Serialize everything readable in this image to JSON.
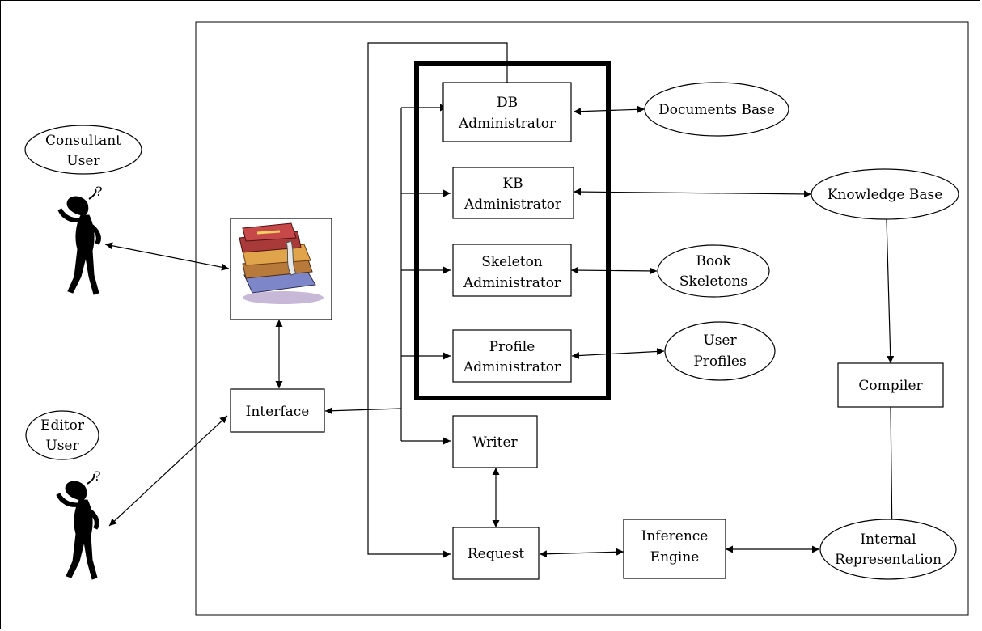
{
  "actors": {
    "consultant": {
      "line1": "Consultant",
      "line2": "User",
      "icon": "thinking-person-icon"
    },
    "editor": {
      "line1": "Editor",
      "line2": "User",
      "icon": "thinking-person-icon"
    }
  },
  "books_icon": "books-stack-icon",
  "nodes": {
    "db_admin": {
      "line1": "DB",
      "line2": "Administrator"
    },
    "kb_admin": {
      "line1": "KB",
      "line2": "Administrator"
    },
    "skeleton_admin": {
      "line1": "Skeleton",
      "line2": "Administrator"
    },
    "profile_admin": {
      "line1": "Profile",
      "line2": "Administrator"
    },
    "interface": {
      "label": "Interface"
    },
    "writer": {
      "label": "Writer"
    },
    "request": {
      "label": "Request"
    },
    "inference_engine": {
      "line1": "Inference",
      "line2": "Engine"
    },
    "compiler": {
      "label": "Compiler"
    }
  },
  "stores": {
    "documents_base": {
      "label": "Documents Base"
    },
    "knowledge_base": {
      "label": "Knowledge Base"
    },
    "book_skeletons": {
      "line1": "Book",
      "line2": "Skeletons"
    },
    "user_profiles": {
      "line1": "User",
      "line2": "Profiles"
    },
    "internal_representation": {
      "line1": "Internal",
      "line2": "Representation"
    }
  }
}
